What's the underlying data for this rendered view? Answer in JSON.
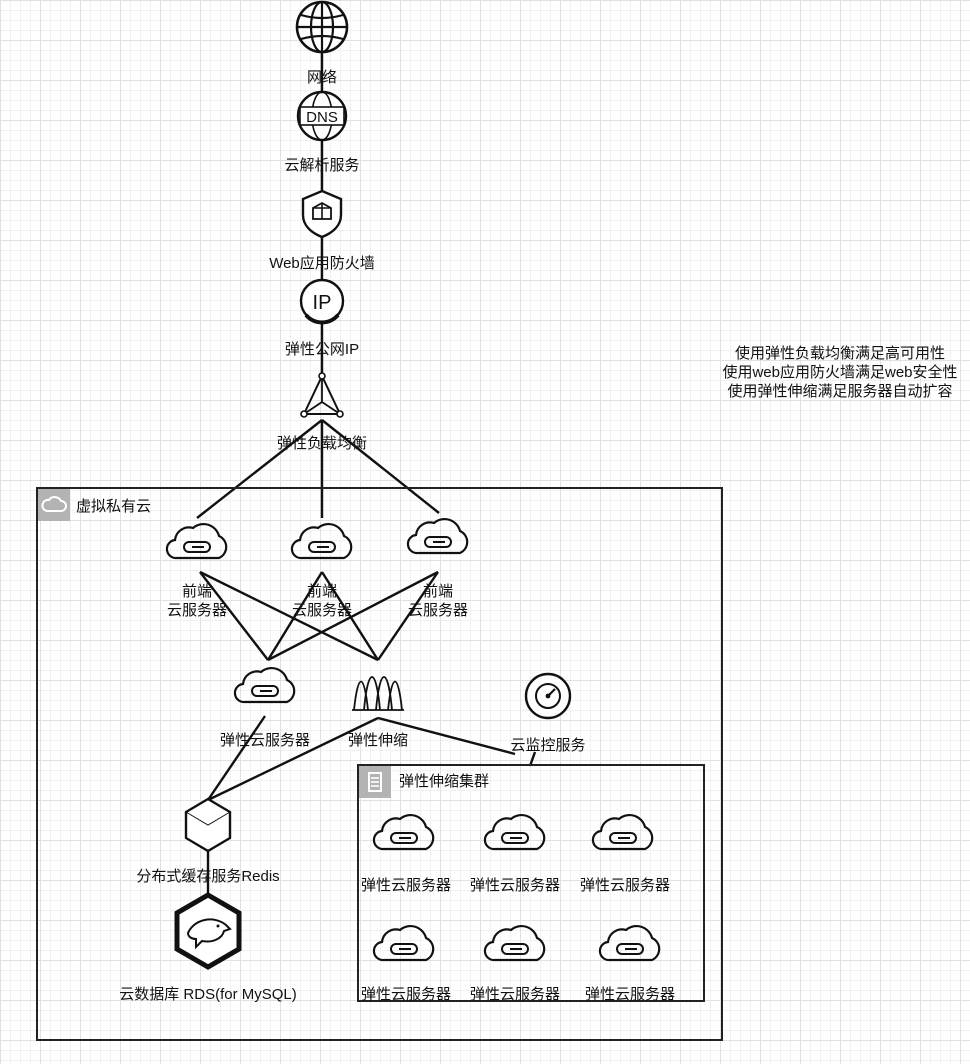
{
  "nodes": {
    "internet": "网络",
    "dns": "云解析服务",
    "dns_icon_text": "DNS",
    "waf": "Web应用防火墙",
    "eip": "弹性公网IP",
    "eip_icon_text": "IP",
    "elb": "弹性负载均衡",
    "frontend_1": [
      "前端",
      "云服务器"
    ],
    "frontend_2": [
      "前端",
      "云服务器"
    ],
    "frontend_3": [
      "前端",
      "云服务器"
    ],
    "ecs": "弹性云服务器",
    "autoscaling": "弹性伸缩",
    "cloud_monitor": "云监控服务",
    "redis": "分布式缓存服务Redis",
    "rds": "云数据库 RDS(for MySQL)"
  },
  "groups": {
    "vpc": "虚拟私有云",
    "as_cluster": "弹性伸缩集群"
  },
  "cluster_servers": [
    "弹性云服务器",
    "弹性云服务器",
    "弹性云服务器",
    "弹性云服务器",
    "弹性云服务器",
    "弹性云服务器"
  ],
  "notes": [
    "使用弹性负载均衡满足高可用性",
    "使用web应用防火墙满足web安全性",
    "使用弹性伸缩满足服务器自动扩容"
  ],
  "colors": {
    "stroke": "#111111",
    "grid": "#e1e1e1",
    "group_icon_bg": "#b3b3b3"
  }
}
